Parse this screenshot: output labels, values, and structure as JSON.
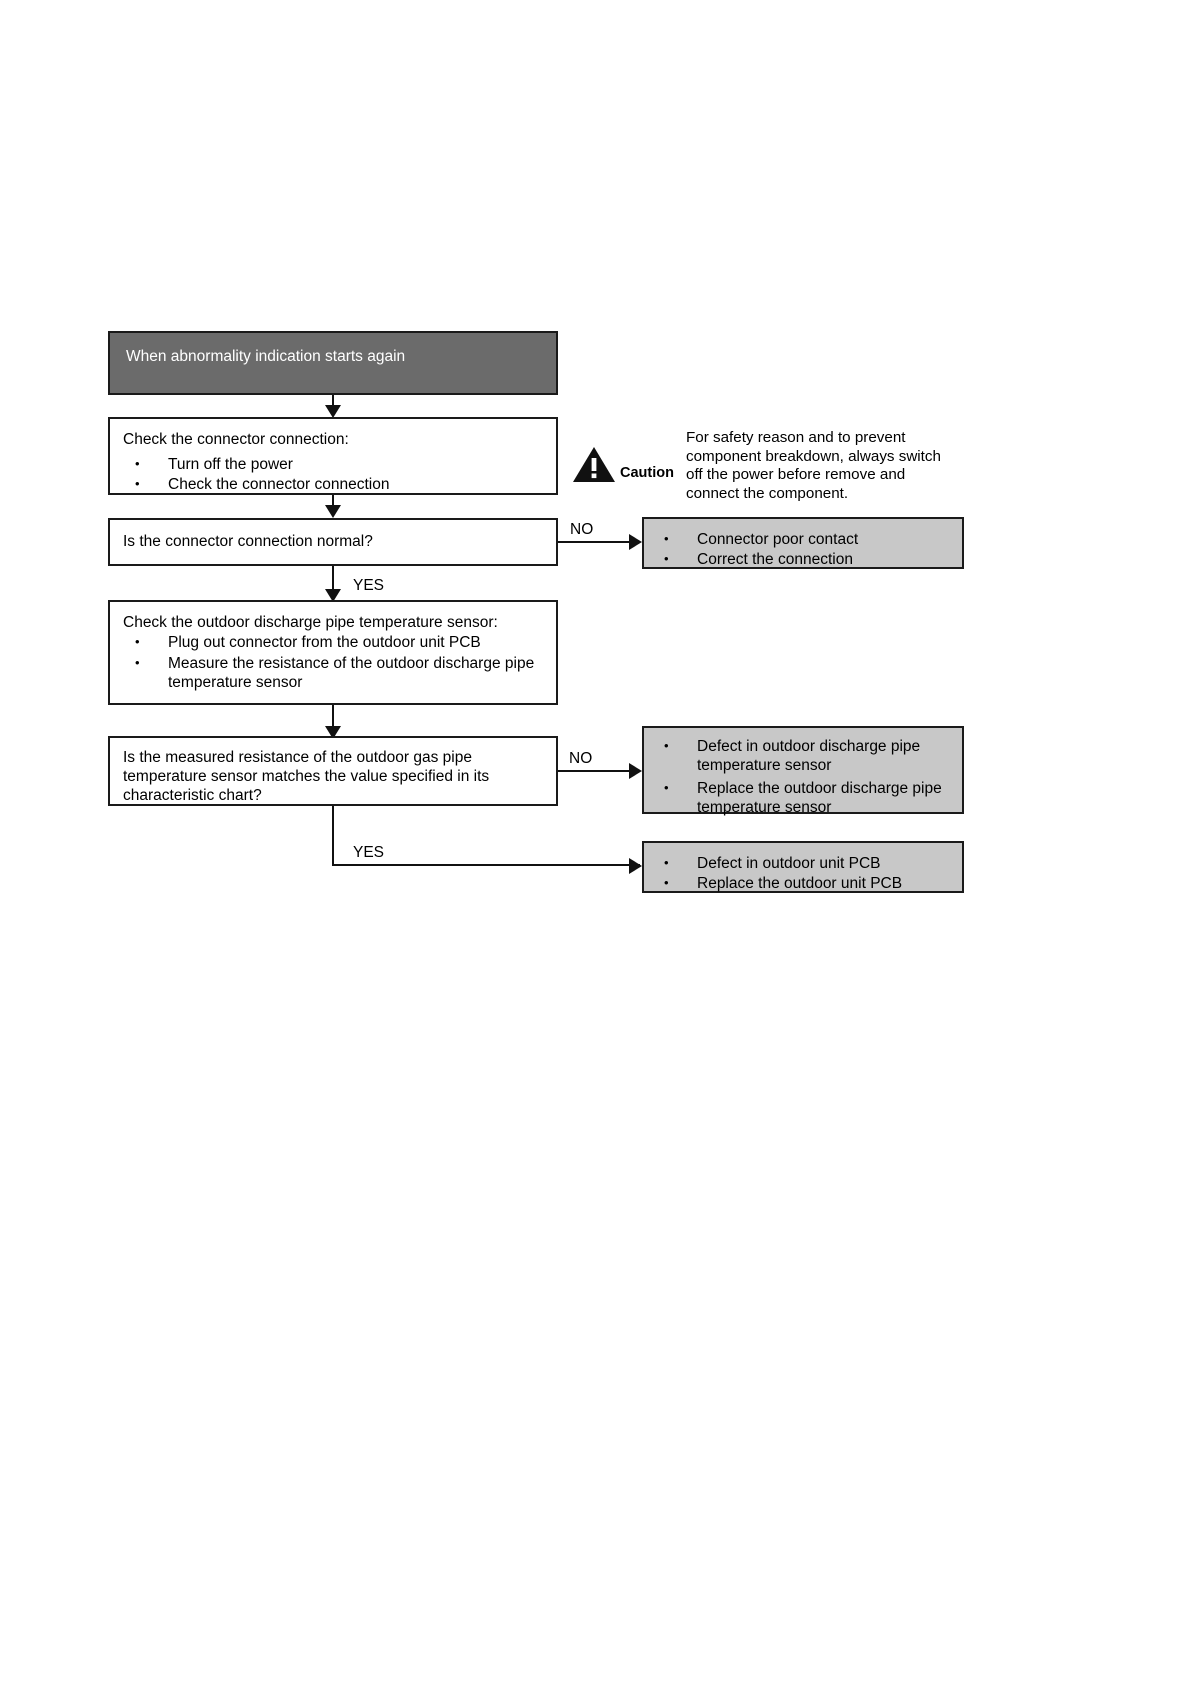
{
  "document": {
    "type": "troubleshooting-flowchart",
    "title": "When abnormality indication starts again"
  },
  "nodes": {
    "start": {
      "label": "When abnormality indication starts again"
    },
    "step1": {
      "heading": "Check the connector connection:",
      "bullets": [
        "Turn off the power",
        "Check the connector connection"
      ]
    },
    "decision1": {
      "question": "Is the connector connection normal?",
      "no_label": "NO",
      "yes_label": "YES"
    },
    "result1": {
      "bullets": [
        "Connector poor contact",
        "Correct the connection"
      ]
    },
    "step2": {
      "heading": "Check the outdoor discharge pipe temperature sensor:",
      "bullets": [
        "Plug out connector from the outdoor unit PCB",
        "Measure the resistance of the outdoor discharge pipe temperature sensor"
      ]
    },
    "decision2": {
      "question": "Is the measured resistance of the outdoor gas pipe temperature sensor matches the value specified in its characteristic chart?",
      "no_label": "NO",
      "yes_label": "YES"
    },
    "result2": {
      "bullets": [
        "Defect in outdoor discharge pipe temperature sensor",
        "Replace the outdoor discharge pipe temperature sensor"
      ]
    },
    "result3": {
      "bullets": [
        "Defect in outdoor unit PCB",
        "Replace the outdoor unit PCB"
      ]
    }
  },
  "caution": {
    "icon": "warning-triangle-icon",
    "label": "Caution",
    "text": "For safety reason and to prevent component breakdown, always switch off the power before remove and connect the component."
  },
  "colors": {
    "header_fill": "#6b6b6b",
    "result_fill": "#c8c8c8",
    "stroke": "#1a1a1a",
    "page_background": "#ffffff"
  }
}
